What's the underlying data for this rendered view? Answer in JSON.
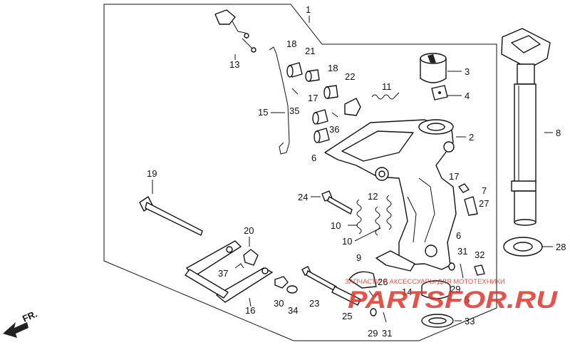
{
  "callouts": [
    "1",
    "2",
    "3",
    "4",
    "5",
    "6",
    "6",
    "7",
    "8",
    "9",
    "10",
    "10",
    "11",
    "12",
    "13",
    "14",
    "15",
    "16",
    "17",
    "17",
    "18",
    "18",
    "19",
    "20",
    "21",
    "22",
    "23",
    "24",
    "25",
    "26",
    "27",
    "28",
    "29",
    "29",
    "30",
    "31",
    "31",
    "32",
    "33",
    "34",
    "35",
    "36",
    "37"
  ],
  "direction_label": "FR.",
  "watermark": {
    "brand": "PARTSFOR.RU",
    "tagline": "ЗАПЧАСТИ И АКСЕССУАРЫ ДЛЯ МОТОТЕХНИКИ",
    "color": "#e0352b"
  }
}
